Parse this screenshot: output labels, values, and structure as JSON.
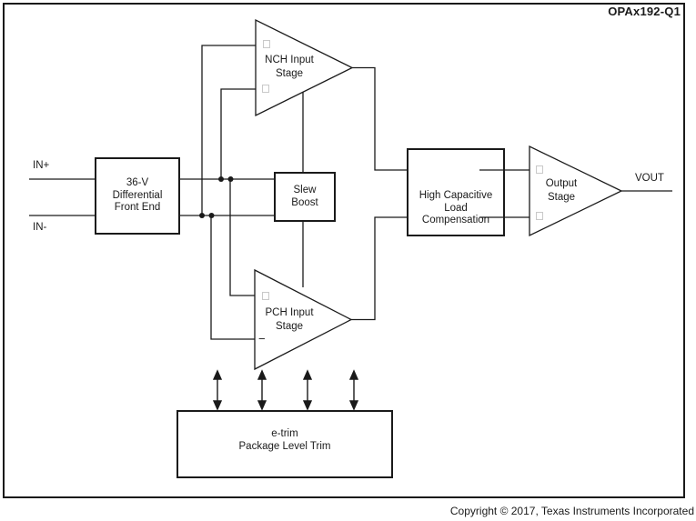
{
  "diagram": {
    "title": "OPAx192-Q1",
    "copyright": "Copyright © 2017, Texas Instruments Incorporated",
    "labels": {
      "in_plus": "IN+",
      "in_minus": "IN-",
      "vout": "VOUT",
      "pch_minus_sign": "−"
    },
    "blocks": {
      "front_end": "36-V\nDifferential\nFront End",
      "slew_boost": "Slew\nBoost",
      "load_compensation": "High Capacitive\nLoad\nCompensation",
      "etrim": "e-trim\nPackage Level Trim"
    },
    "stages": {
      "nch_input": "NCH Input\nStage",
      "pch_input": "PCH Input\nStage",
      "output": "Output\nStage"
    },
    "colors": {
      "line": "#1a1a1a",
      "glyph_box": "#c9c9c9",
      "background": "#ffffff"
    }
  }
}
